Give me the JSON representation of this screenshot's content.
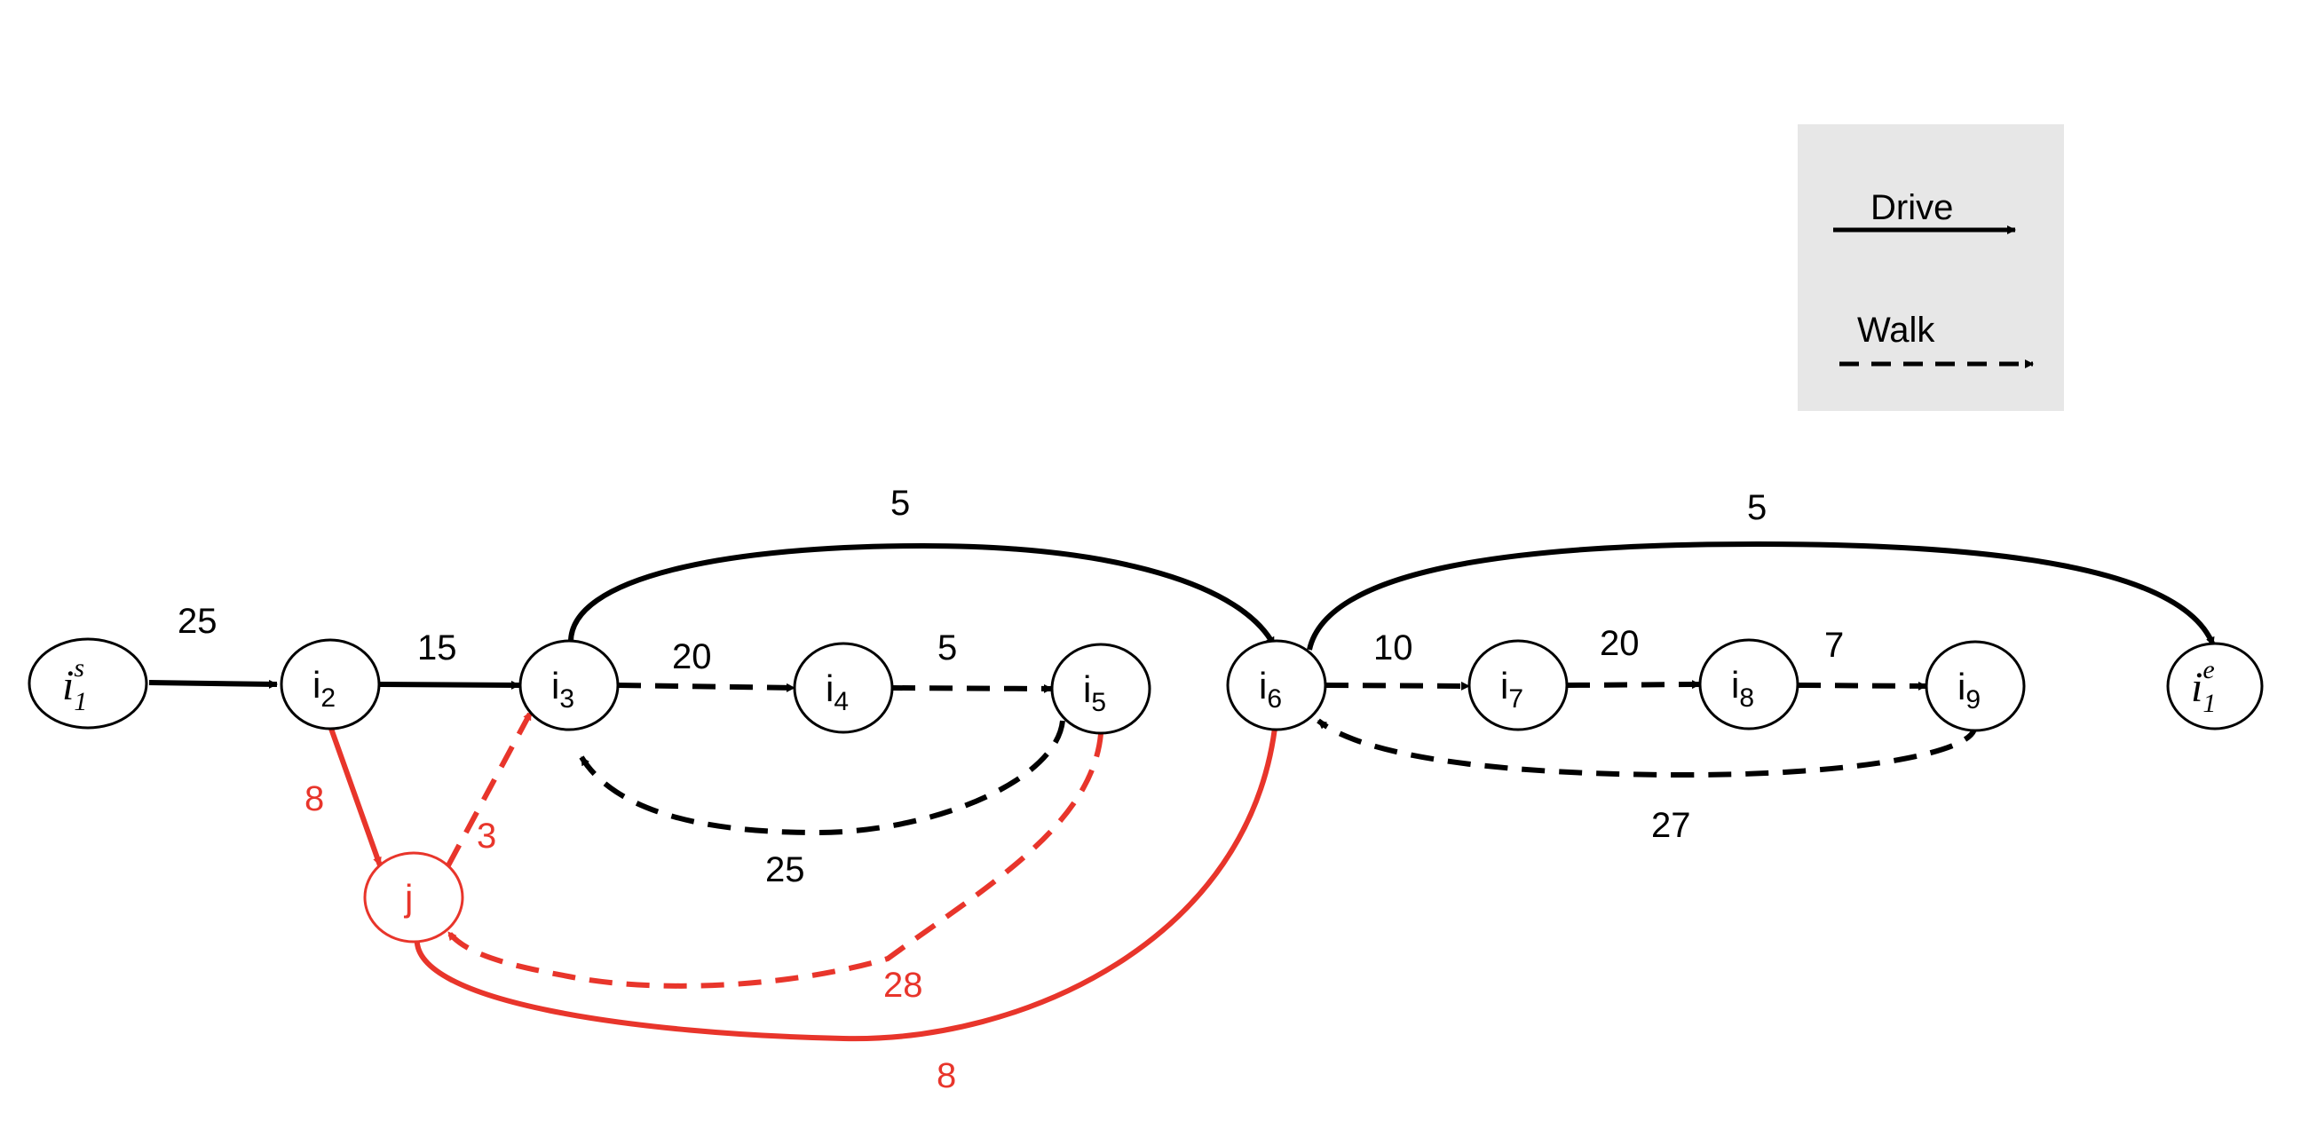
{
  "colors": {
    "black": "#000000",
    "red": "#e8352b",
    "legend_bg": "#e7e7e7"
  },
  "legend": {
    "drive": "Drive",
    "walk": "Walk"
  },
  "nodes": {
    "i1s": {
      "base": "i",
      "sub": "1",
      "sup": "s"
    },
    "i2": {
      "base": "i",
      "sub": "2"
    },
    "i3": {
      "base": "i",
      "sub": "3"
    },
    "i4": {
      "base": "i",
      "sub": "4"
    },
    "i5": {
      "base": "i",
      "sub": "5"
    },
    "i6": {
      "base": "i",
      "sub": "6"
    },
    "i7": {
      "base": "i",
      "sub": "7"
    },
    "i8": {
      "base": "i",
      "sub": "8"
    },
    "i9": {
      "base": "i",
      "sub": "9"
    },
    "i1e": {
      "base": "i",
      "sub": "1",
      "sup": "e"
    },
    "j": {
      "base": "j"
    }
  },
  "edges": {
    "i1s_i2": "25",
    "i2_i3": "15",
    "i3_i6": "5",
    "i3_i4": "20",
    "i4_i5": "5",
    "i5_i3": "25",
    "i6_i1e": "5",
    "i6_i7": "10",
    "i7_i8": "20",
    "i8_i9": "7",
    "i9_i6": "27",
    "i2_j": "8",
    "j_i3": "3",
    "i5_j": "28",
    "j_i6": "8"
  }
}
